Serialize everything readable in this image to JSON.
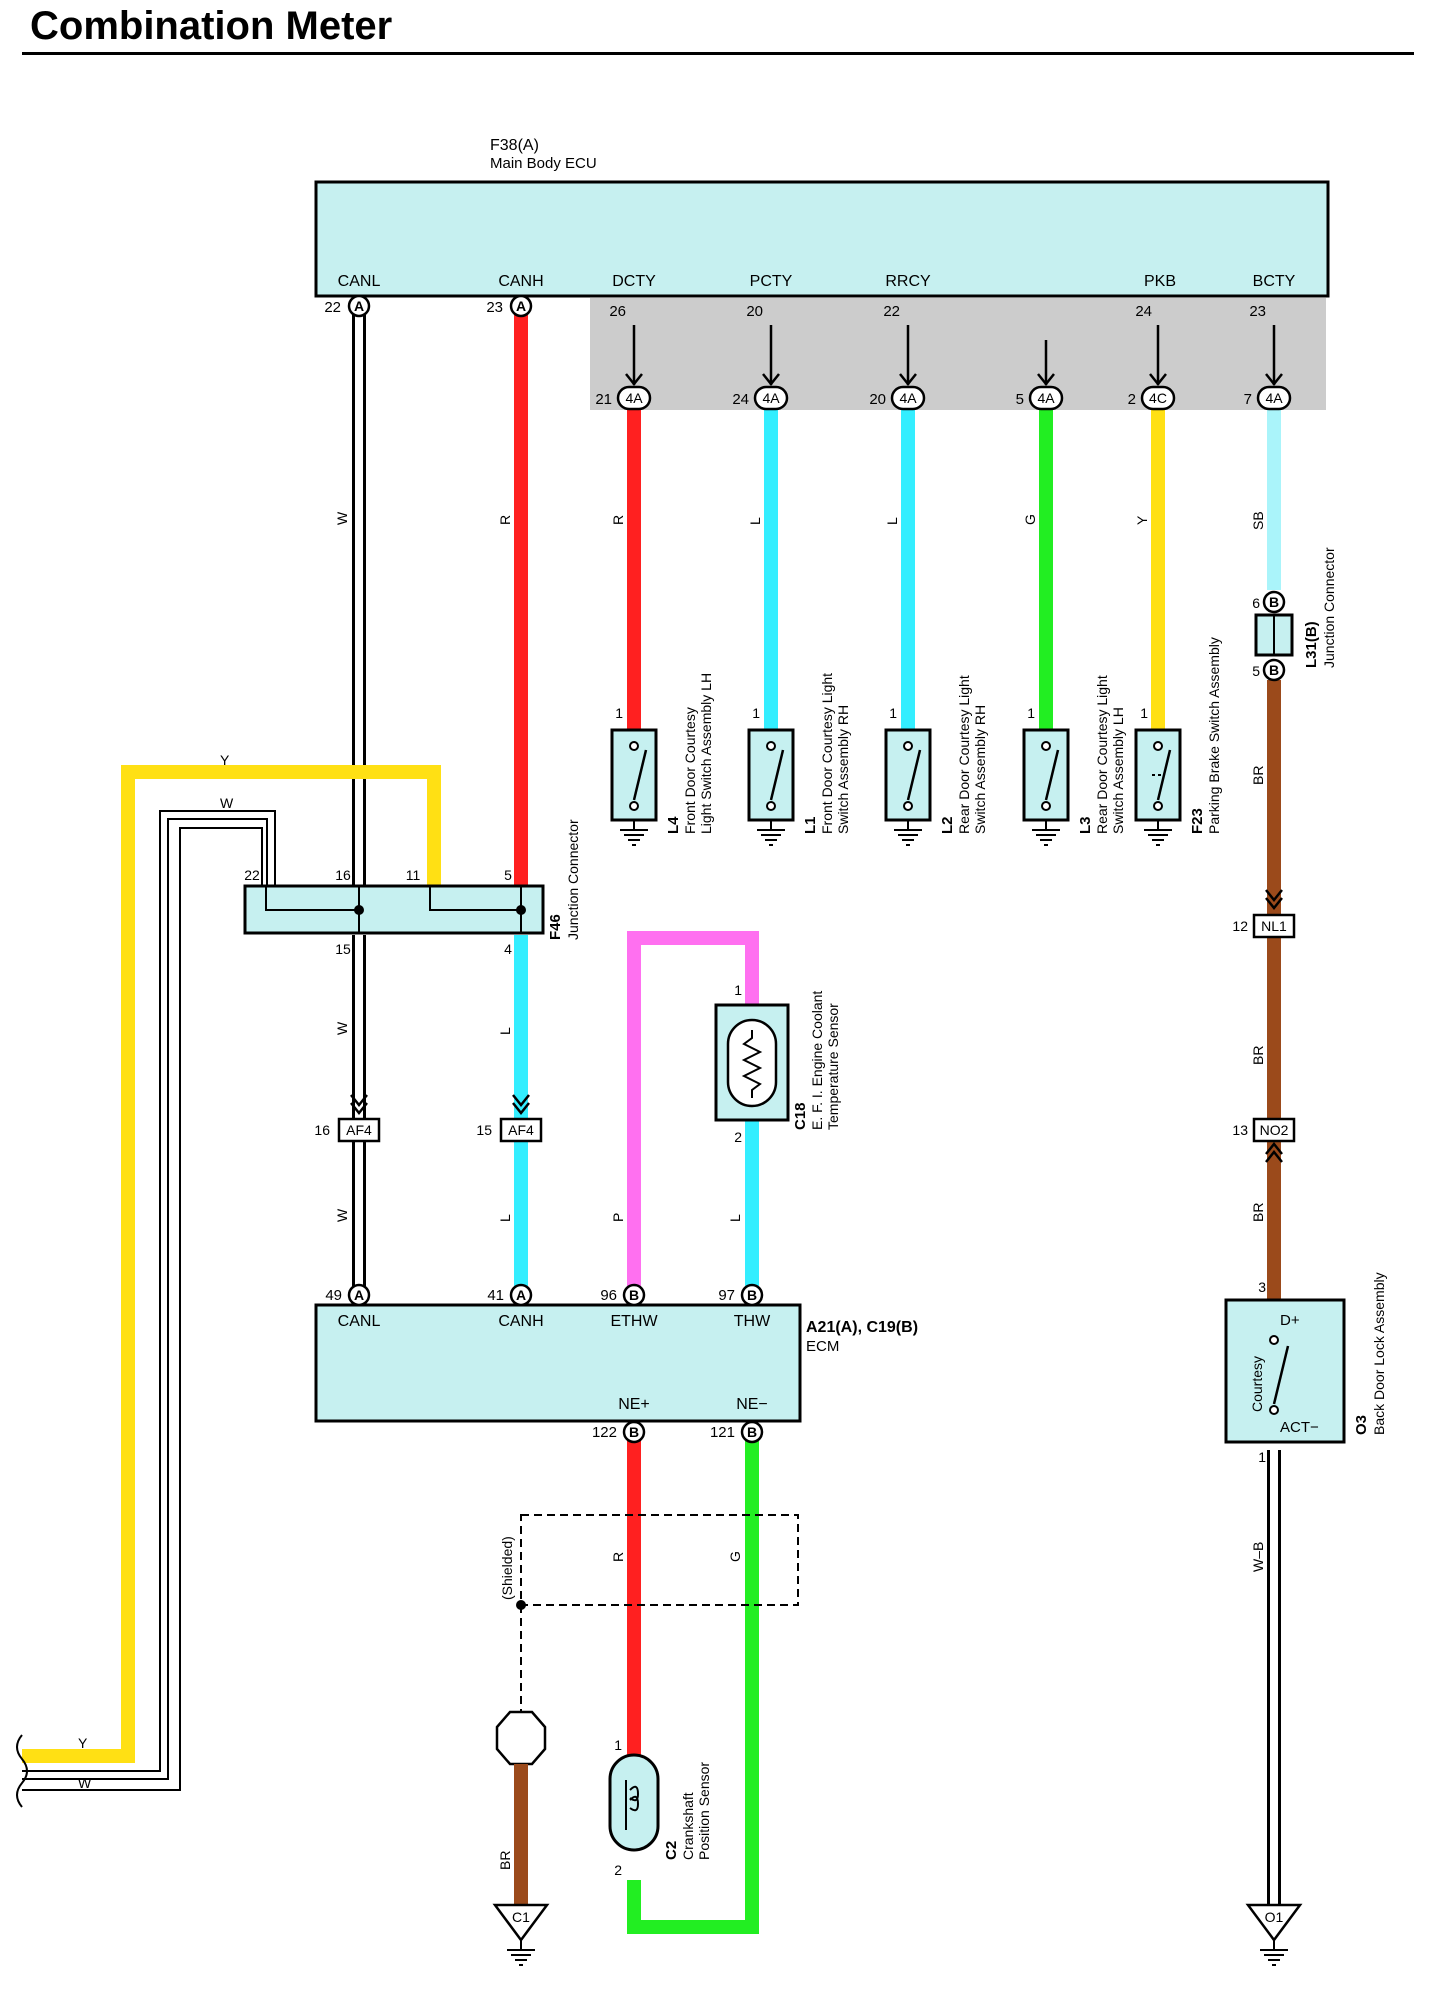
{
  "title": "Combination Meter",
  "colors": {
    "component_fill": "#c6f0f0",
    "connector_band": "#cccccc",
    "wire_W": "#ffffff",
    "wire_R": "#ff2020",
    "wire_L": "#33eeff",
    "wire_G": "#22ee22",
    "wire_Y": "#ffe014",
    "wire_SB": "#aaf4fa",
    "wire_BR": "#9b4a1b",
    "wire_P": "#ff70f0"
  },
  "main_body_ecu": {
    "code": "F38(A)",
    "name": "Main Body ECU",
    "pins": [
      "CANL",
      "CANH",
      "DCTY",
      "PCTY",
      "RRCY",
      "PKB",
      "BCTY"
    ],
    "pin_numbers": [
      "22",
      "23",
      "26",
      "20",
      "22",
      "24",
      "23"
    ],
    "connector_tags": [
      "A",
      "A"
    ]
  },
  "junction_4": {
    "pin_numbers": [
      "21",
      "24",
      "20",
      "5",
      "2",
      "7"
    ],
    "tags": [
      "4A",
      "4A",
      "4A",
      "4A",
      "4C",
      "4A"
    ]
  },
  "wire_labels": {
    "canl_top": "W",
    "canh_top": "R",
    "dcty": "R",
    "pcty": "L",
    "rrcy": "L",
    "rrcy2": "G",
    "pkb": "Y",
    "bcty": "SB",
    "f46_out_canl": "W",
    "f46_out_canh": "L",
    "af4_out_canl": "W",
    "af4_out_canh": "L",
    "ethw": "P",
    "thw": "L",
    "ne_plus": "R",
    "ne_minus": "G",
    "y_loop": "Y",
    "w_loop": "W",
    "y_loop_low": "Y",
    "w_loop_low": "W",
    "shield_ground": "BR",
    "back_door_1": "BR",
    "back_door_2": "BR",
    "back_door_3": "BR",
    "back_door_ground": "W–B"
  },
  "switches": [
    {
      "code": "L4",
      "name1": "Front Door Courtesy",
      "name2": "Light Switch Assembly LH",
      "pin": "1"
    },
    {
      "code": "L1",
      "name1": "Front Door Courtesy Light",
      "name2": "Switch Assembly RH",
      "pin": "1"
    },
    {
      "code": "L2",
      "name1": "Rear Door Courtesy Light",
      "name2": "Switch Assembly RH",
      "pin": "1"
    },
    {
      "code": "L3",
      "name1": "Rear Door Courtesy Light",
      "name2": "Switch Assembly LH",
      "pin": "1"
    },
    {
      "code": "F23",
      "name1": "Parking Brake Switch Assembly",
      "name2": "",
      "pin": "1"
    }
  ],
  "junction_l31": {
    "code": "L31(B)",
    "name": "Junction Connector",
    "pin_top": "6",
    "pin_bottom": "5",
    "tag": "B"
  },
  "junction_f46": {
    "code": "F46",
    "name": "Junction Connector",
    "pins_top": [
      "22",
      "16",
      "11",
      "5"
    ],
    "pins_bottom": [
      "15",
      "4"
    ]
  },
  "af4": {
    "tag": "AF4",
    "pins": [
      "16",
      "15"
    ]
  },
  "nl1": {
    "tag": "NL1",
    "pin": "12"
  },
  "no2": {
    "tag": "NO2",
    "pin": "13"
  },
  "coolant_sensor": {
    "code": "C18",
    "name1": "E. F. I.  Engine Coolant",
    "name2": "Temperature Sensor",
    "pin_top": "1",
    "pin_bottom": "2"
  },
  "ecm": {
    "code": "A21(A), C19(B)",
    "name": "ECM",
    "top_pins": [
      "CANL",
      "CANH",
      "ETHW",
      "THW"
    ],
    "top_pin_numbers": [
      "49",
      "41",
      "96",
      "97"
    ],
    "top_tags": [
      "A",
      "A",
      "B",
      "B"
    ],
    "bottom_pins": [
      "NE+",
      "NE−"
    ],
    "bottom_pin_numbers": [
      "122",
      "121"
    ],
    "bottom_tags": [
      "B",
      "B"
    ]
  },
  "shielded_label": "(Shielded)",
  "crankshaft_sensor": {
    "code": "C2",
    "name1": "Crankshaft",
    "name2": "Position Sensor",
    "pin_top": "1",
    "pin_bottom": "2"
  },
  "back_door": {
    "code": "O3",
    "name": "Back Door Lock Assembly",
    "courtesy": "Courtesy",
    "d_plus": "D+",
    "act_minus": "ACT−",
    "pin_top": "3",
    "pin_bottom": "1"
  },
  "grounds": [
    "C1",
    "O1"
  ]
}
